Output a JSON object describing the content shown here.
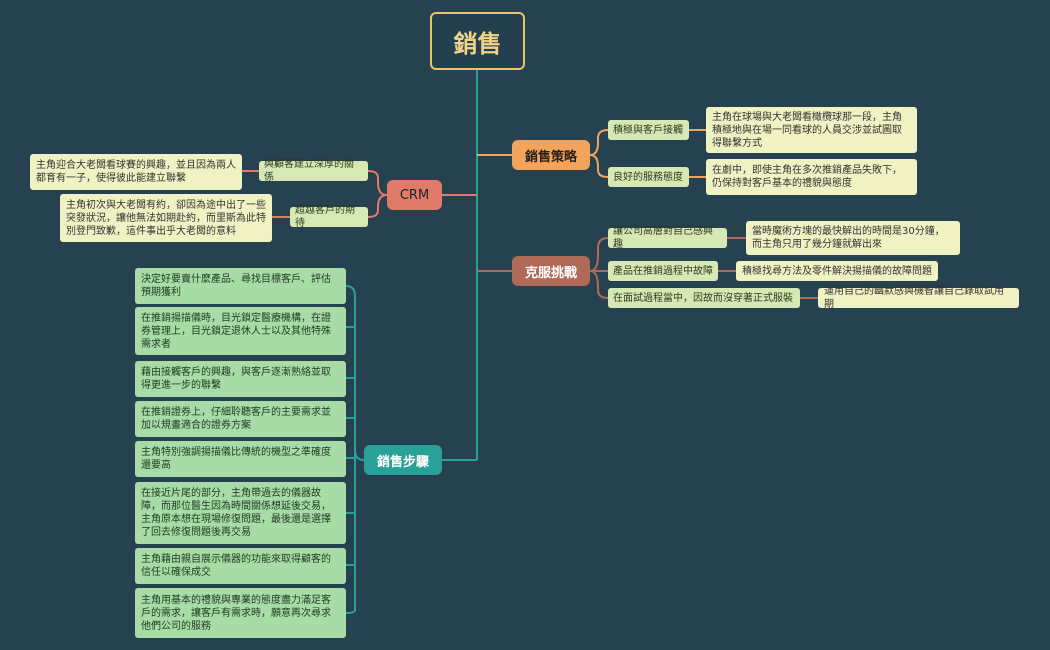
{
  "root": {
    "title": "銷售"
  },
  "strategy": {
    "title": "銷售策略",
    "items": [
      {
        "label": "積極與客戶接觸",
        "detail": "主角在球場與大老闆看橄欖球那一段，主角積極地與在場一同看球的人員交涉並試圖取得聯繫方式"
      },
      {
        "label": "良好的服務態度",
        "detail": "在劇中，即使主角在多次推銷產品失敗下，仍保持對客戶基本的禮貌與態度"
      }
    ]
  },
  "challenge": {
    "title": "克服挑戰",
    "items": [
      {
        "label": "讓公司高層對自己感興趣",
        "detail": "當時魔術方塊的最快解出的時間是30分鐘，而主角只用了幾分鐘就解出來"
      },
      {
        "label": "產品在推銷過程中故障",
        "detail": "積極找尋方法及零件解決揚描儀的故障問題"
      },
      {
        "label": "在面試過程當中，因故而沒穿著正式服裝",
        "detail": "運用自己的幽默感與機智讓自己錄取試用期"
      }
    ]
  },
  "crm": {
    "title": "CRM",
    "items": [
      {
        "label": "與顧客建立深厚的關係",
        "detail": "主角迎合大老闆看球賽的興趣，並且因為兩人都育有一子，使得彼此能建立聯繫"
      },
      {
        "label": "超越客戶的期待",
        "detail": "主角初次與大老闆有約，卻因為途中出了一些突發狀況，讓他無法如期赴約，而里斯為此特別登門致歉，這件事出乎大老闆的意料"
      }
    ]
  },
  "steps": {
    "title": "銷售步驟",
    "items": [
      "決定好要賣什麼產品、尋找目標客戶、評估預期獲利",
      "在推銷揚描儀時，目光鎖定醫療機構，在證券管理上，目光鎖定退休人士以及其他特殊需求者",
      "藉由接觸客戶的興趣，與客戶逐漸熟絡並取得更進一步的聯繫",
      "在推銷證券上，仔細聆聽客戶的主要需求並加以規畫適合的證券方案",
      "主角特別強調揚描儀比傳統的機型之準確度還要高",
      "在接近片尾的部分，主角帶過去的儀器故障，而那位醫生因為時間關係想延後交易，主角原本想在現場修復問題，最後還是選擇了回去修復問題後再交易",
      "主角藉由親自展示儀器的功能來取得顧客的信任以確保成交",
      "主角用基本的禮貌與專業的態度盡力滿足客戶的需求，讓客戶有需求時，願意再次尋求他們公司的服務"
    ]
  },
  "colors": {
    "background": "#264150",
    "link_root": "#2aa198",
    "link_strategy": "#f2a35c",
    "link_crm": "#e07a6a",
    "link_challenge": "#b06a58",
    "link_steps": "#2aa198"
  }
}
